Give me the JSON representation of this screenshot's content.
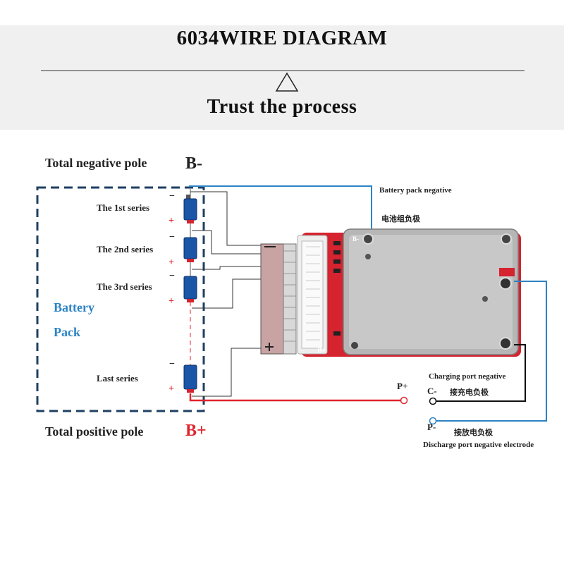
{
  "header": {
    "title": "6034WIRE DIAGRAM",
    "subtitle": "Trust the process"
  },
  "poles": {
    "negative_label": "Total negative pole",
    "negative_symbol": "B-",
    "positive_label": "Total positive pole",
    "positive_symbol": "B+"
  },
  "pack": {
    "line1": "Battery",
    "line2": "Pack"
  },
  "series": {
    "first": "The 1st series",
    "second": "The 2nd series",
    "third": "The 3rd series",
    "last": "Last series"
  },
  "cell_signs": {
    "minus": "−",
    "plus": "+"
  },
  "board": {
    "b_minus": "B-",
    "b_plus": "B+",
    "pack_negative_en": "Battery pack negative",
    "pack_negative_cn": "电池组负极",
    "p_plus": "P+",
    "charging_en": "Charging port negative",
    "c_minus": "C-",
    "charging_cn": "接充电负极",
    "p_minus": "P-",
    "discharge_cn": "接放电负极",
    "discharge_en": "Discharge port negative electrode"
  },
  "colors": {
    "blue_wire": "#2c83c4",
    "red_wire": "#e0262e",
    "pack_border": "#1f3f63",
    "board_red": "#d5232f"
  }
}
